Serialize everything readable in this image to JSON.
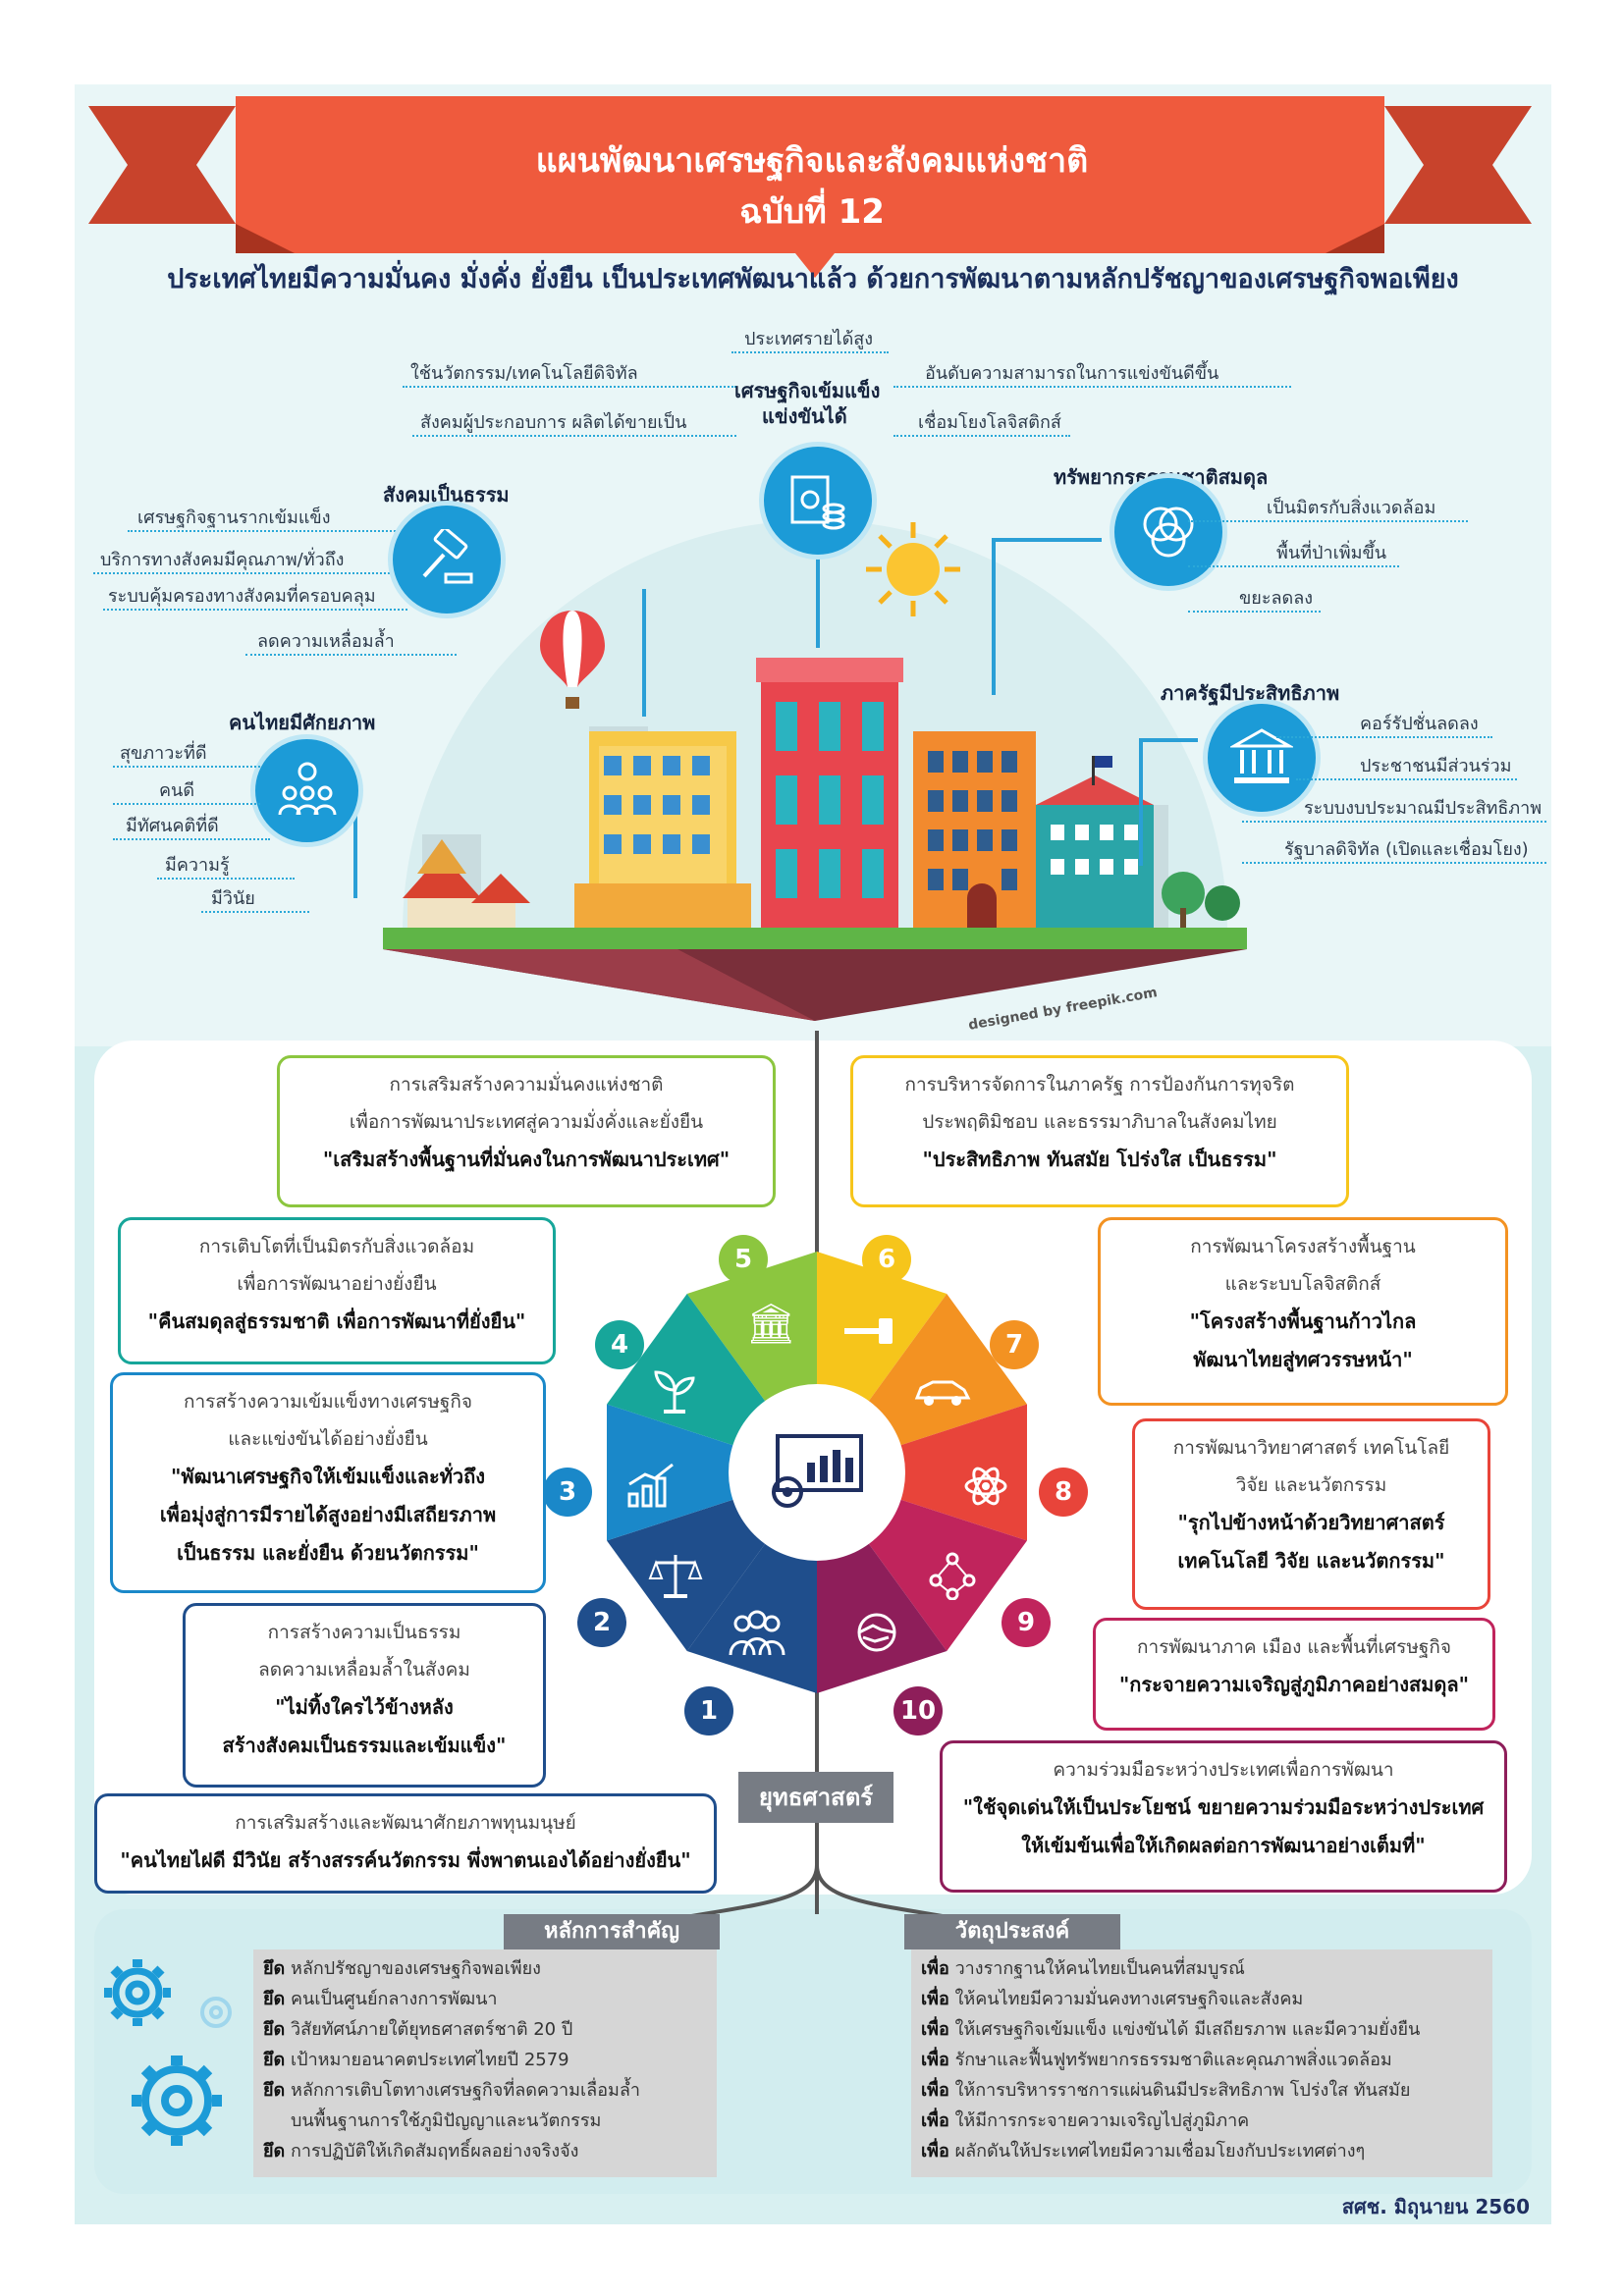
{
  "title": {
    "line1": "แผนพัฒนาเศรษฐกิจและสังคมแห่งชาติ",
    "line2": "ฉบับที่ 12"
  },
  "vision": "ประเทศไทยมีความมั่นคง มั่งคั่ง ยั่งยืน เป็นประเทศพัฒนาแล้ว ด้วยการพัฒนาตามหลักปรัชญาของเศรษฐกิจพอเพียง",
  "targets": {
    "economy": {
      "title": "เศรษฐกิจเข้มแข็ง แข่งขันได้",
      "title1": "เศรษฐกิจเข้มแข็ง",
      "title2": "แข่งขันได้",
      "items": [
        "ประเทศรายได้สูง",
        "ใช้นวัตกรรม/เทคโนโลยีดิจิทัล",
        "สังคมผู้ประกอบการ ผลิตได้ขายเป็น",
        "อันดับความสามารถในการแข่งขันดีขึ้น",
        "เชื่อมโยงโลจิสติกส์"
      ]
    },
    "society": {
      "title": "สังคมเป็นธรรม",
      "items": [
        "เศรษฐกิจฐานรากเข้มแข็ง",
        "บริการทางสังคมมีคุณภาพ/ทั่วถึง",
        "ระบบคุ้มครองทางสังคมที่ครอบคลุม",
        "ลดความเหลื่อมล้ำ"
      ]
    },
    "resources": {
      "title": "ทรัพยากรธรรมชาติสมดุล",
      "items": [
        "เป็นมิตรกับสิ่งแวดล้อม",
        "พื้นที่ป่าเพิ่มขึ้น",
        "ขยะลดลง"
      ]
    },
    "people": {
      "title": "คนไทยมีศักยภาพ",
      "items": [
        "สุขภาวะที่ดี",
        "คนดี",
        "มีทัศนคติที่ดี",
        "มีความรู้",
        "มีวินัย"
      ]
    },
    "government": {
      "title": "ภาครัฐมีประสิทธิภาพ",
      "items": [
        "คอร์รัปชั่นลดลง",
        "ประชาชนมีส่วนร่วม",
        "ระบบงบประมาณมีประสิทธิภาพ",
        "รัฐบาลดิจิทัล (เปิดและเชื่อมโยง)"
      ]
    }
  },
  "credit": "designed by freepik.com",
  "strategy_label": "ยุทธศาสตร์",
  "strategies": [
    {
      "num": "1",
      "line1": "การเสริมสร้างและพัฒนาศักยภาพทุนมนุษย์",
      "bold1": "\"คนไทยไฝดี มีวินัย สร้างสรรค์นวัตกรรม พึ่งพาตนเองได้อย่างยั่งยืน\"",
      "color": "#1f4e8c"
    },
    {
      "num": "2",
      "line1": "การสร้างความเป็นธรรม",
      "line2": "ลดความเหลื่อมล้ำในสังคม",
      "bold1": "\"ไม่ทิ้งใครไว้ข้างหลัง",
      "bold2": "สร้างสังคมเป็นธรรมและเข้มแข็ง\"",
      "color": "#1f4e8c"
    },
    {
      "num": "3",
      "line1": "การสร้างความเข้มแข็งทางเศรษฐกิจ",
      "line2": "และแข่งขันได้อย่างยั่งยืน",
      "bold1": "\"พัฒนาเศรษฐกิจให้เข้มแข็งและทั่วถึง",
      "bold2": "เพื่อมุ่งสู่การมีรายได้สูงอย่างมีเสถียรภาพ",
      "bold3": "เป็นธรรม และยั่งยืน ด้วยนวัตกรรม\"",
      "color": "#1a88c9"
    },
    {
      "num": "4",
      "line1": "การเติบโตที่เป็นมิตรกับสิ่งแวดล้อม",
      "line2": "เพื่อการพัฒนาอย่างยั่งยืน",
      "bold1": "\"คืนสมดุลสู่ธรรมชาติ เพื่อการพัฒนาที่ยั่งยืน\"",
      "color": "#17a69a"
    },
    {
      "num": "5",
      "line1": "การเสริมสร้างความมั่นคงแห่งชาติ",
      "line2": "เพื่อการพัฒนาประเทศสู่ความมั่งคั่งและยั่งยืน",
      "bold1": "\"เสริมสร้างพื้นฐานที่มั่นคงในการพัฒนาประเทศ\"",
      "color": "#8cc63f"
    },
    {
      "num": "6",
      "line1": "การบริหารจัดการในภาครัฐ การป้องกันการทุจริต",
      "line2": "ประพฤติมิชอบ และธรรมาภิบาลในสังคมไทย",
      "bold1": "\"ประสิทธิภาพ ทันสมัย โปร่งใส เป็นธรรม\"",
      "color": "#f6c51b"
    },
    {
      "num": "7",
      "line1": "การพัฒนาโครงสร้างพื้นฐาน",
      "line2": "และระบบโลจิสติกส์",
      "bold1": "\"โครงสร้างพื้นฐานก้าวไกล",
      "bold2": "พัฒนาไทยสู่ทศวรรษหน้า\"",
      "color": "#f39222"
    },
    {
      "num": "8",
      "line1": "การพัฒนาวิทยาศาสตร์ เทคโนโลยี",
      "line2": "วิจัย และนวัตกรรม",
      "bold1": "\"รุกไปข้างหน้าด้วยวิทยาศาสตร์",
      "bold2": "เทคโนโลยี วิจัย และนวัตกรรม\"",
      "color": "#e8443a"
    },
    {
      "num": "9",
      "line1": "การพัฒนาภาค เมือง และพื้นที่เศรษฐกิจ",
      "bold1": "\"กระจายความเจริญสู่ภูมิภาคอย่างสมดุล\"",
      "color": "#c0245c"
    },
    {
      "num": "10",
      "line1": "ความร่วมมือระหว่างประเทศเพื่อการพัฒนา",
      "bold1": "\"ใช้จุดเด่นให้เป็นประโยชน์ ขยายความร่วมมือระหว่างประเทศ",
      "bold2": "ให้เข้มข้นเพื่อให้เกิดผลต่อการพัฒนาอย่างเต็มที่\"",
      "color": "#8e1e5a"
    }
  ],
  "principles": {
    "title": "หลักการสำคัญ",
    "prefix": "ยึด",
    "items": [
      "หลักปรัชญาของเศรษฐกิจพอเพียง",
      "คนเป็นศูนย์กลางการพัฒนา",
      "วิสัยทัศน์ภายใต้ยุทธศาสตร์ชาติ 20 ปี",
      "เป้าหมายอนาคตประเทศไทยปี 2579",
      "หลักการเติบโตทางเศรษฐกิจที่ลดความเลื่อมล้ำ",
      "การปฏิบัติให้เกิดสัมฤทธิ์ผลอย่างจริงจัง"
    ],
    "continuation": "บนพื้นฐานการใช้ภูมิปัญญาและนวัตกรรม"
  },
  "objectives": {
    "title": "วัตถุประสงค์",
    "prefix": "เพื่อ",
    "items": [
      "วางรากฐานให้คนไทยเป็นคนที่สมบูรณ์",
      "ให้คนไทยมีความมั่นคงทางเศรษฐกิจและสังคม",
      "ให้เศรษฐกิจเข้มแข็ง แข่งขันได้ มีเสถียรภาพ และมีความยั่งยืน",
      "รักษาและฟื้นฟูทรัพยากรธรรมชาติและคุณภาพสิ่งแวดล้อม",
      "ให้การบริหารราชการแผ่นดินมีประสิทธิภาพ โปร่งใส ทันสมัย",
      "ให้มีการกระจายความเจริญไปสู่ภูมิภาค",
      "ผลักดันให้ประเทศไทยมีความเชื่อมโยงกับประเทศต่างๆ"
    ]
  },
  "footer": "สศช. มิถุนายน 2560",
  "colors": {
    "banner": "#ee5a3c",
    "accent": "#1c9bd7",
    "navy": "#1b2f5c"
  }
}
